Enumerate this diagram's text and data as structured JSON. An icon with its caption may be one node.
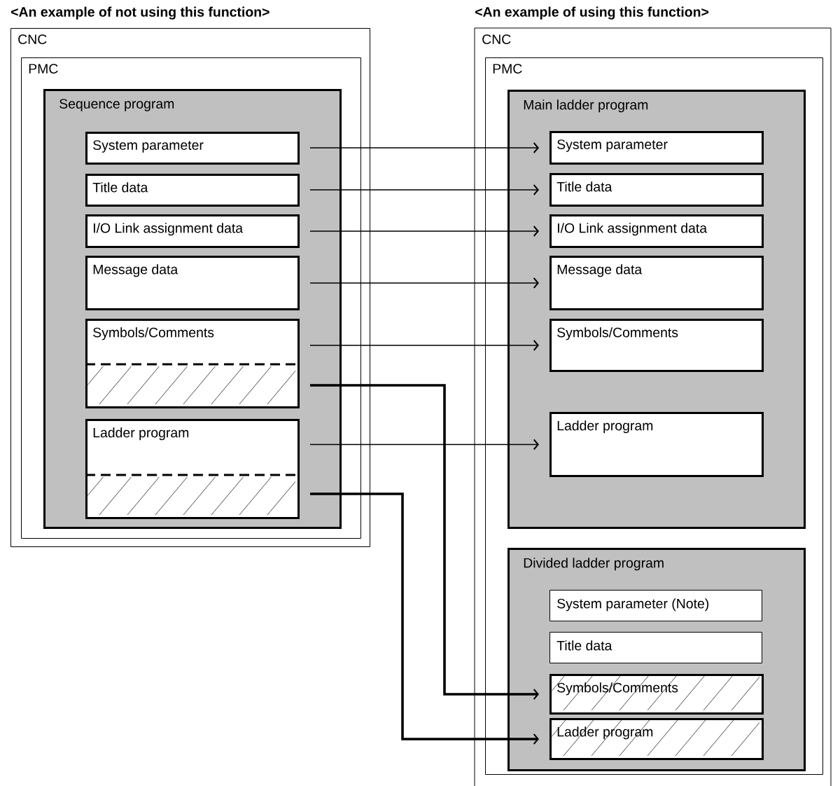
{
  "diagram": {
    "nodes": [
      {
        "text": [
          "<An example of not using this function>",
          "CNC"
        ]
      },
      {
        "text": [
          "PMC"
        ],
        "in": 0
      },
      {
        "text": [
          "Sequence program"
        ],
        "in": 1
      },
      {
        "text": [
          "System parameter"
        ],
        "in": 2
      },
      {
        "text": [
          "Title data"
        ],
        "in": 2
      },
      {
        "text": [
          "I/O Link assignment data"
        ],
        "in": 2
      },
      {
        "text": [
          "Message data"
        ],
        "in": 2
      },
      {
        "text": [
          "Symbols/Comments"
        ],
        "in": 2
      },
      {
        "text": [
          "Ladder program"
        ],
        "in": 2
      },
      {
        "text": [
          "<An example of using this function>",
          "CNC"
        ]
      },
      {
        "text": [
          "PMC"
        ],
        "in": 9
      },
      {
        "text": [
          "Main ladder program"
        ],
        "in": 10
      },
      {
        "text": [
          "System parameter"
        ],
        "in": 11
      },
      {
        "text": [
          "Title data"
        ],
        "in": 11
      },
      {
        "text": [
          "I/O Link assignment data"
        ],
        "in": 11
      },
      {
        "text": [
          "Message data"
        ],
        "in": 11
      },
      {
        "text": [
          "Symbols/Comments"
        ],
        "in": 11
      },
      {
        "text": [
          "Ladder program"
        ],
        "in": 11
      },
      {
        "text": [
          "Divided ladder program"
        ],
        "in": 10
      },
      {
        "text": [
          "System parameter (Note)"
        ],
        "in": 18
      },
      {
        "text": [
          "Title data"
        ],
        "in": 18
      },
      {
        "text": [
          "Symbols/Comments"
        ],
        "in": 18
      },
      {
        "text": [
          "Ladder program"
        ],
        "in": 18
      }
    ],
    "edges": [
      {
        "from": 3,
        "to": 12,
        "arrow": "to"
      },
      {
        "from": 4,
        "to": 13,
        "arrow": "to"
      },
      {
        "from": 5,
        "to": 14,
        "arrow": "to"
      },
      {
        "from": 6,
        "to": 15,
        "arrow": "to"
      },
      {
        "from": 7,
        "to": 16,
        "arrow": "to"
      },
      {
        "from": 8,
        "to": 17,
        "arrow": "to"
      },
      {
        "from": 7,
        "to": 21,
        "arrow": "to",
        "style": "thick"
      },
      {
        "from": 8,
        "to": 22,
        "arrow": "to",
        "style": "thick"
      }
    ]
  }
}
